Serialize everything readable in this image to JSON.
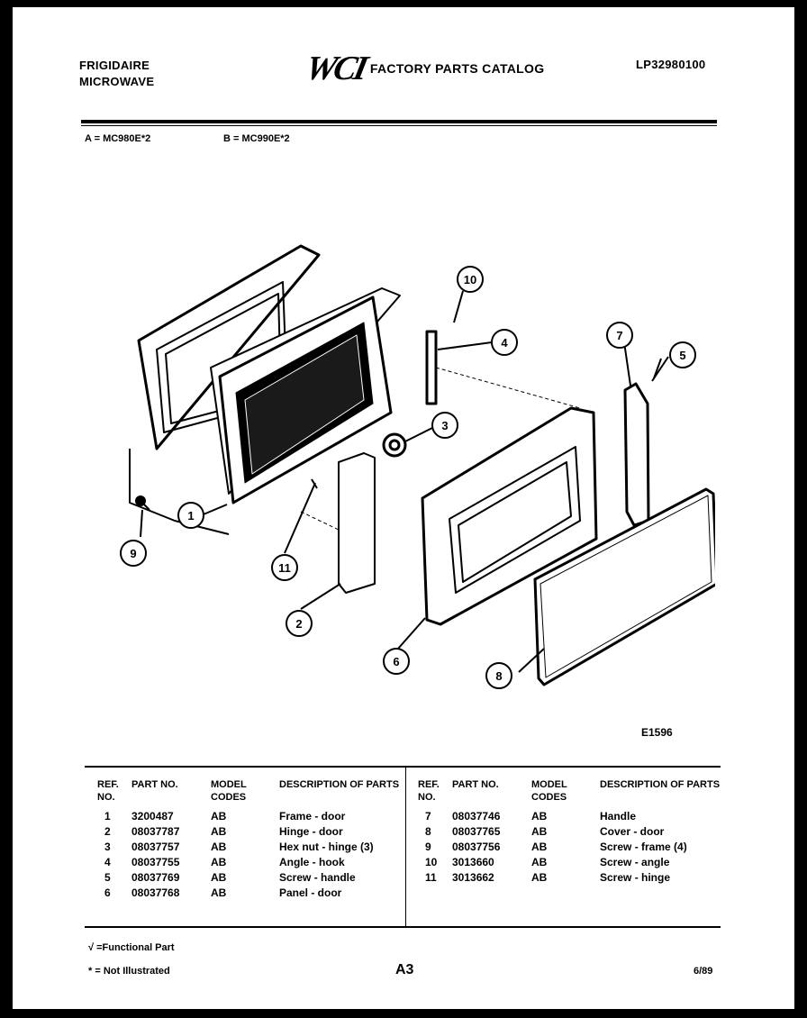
{
  "header": {
    "brand_line1": "FRIGIDAIRE",
    "brand_line2": "MICROWAVE",
    "logo": "WCI",
    "catalog_title": "FACTORY PARTS CATALOG",
    "catalog_number": "LP32980100"
  },
  "models": {
    "a": "A = MC980E*2",
    "b": "B = MC990E*2"
  },
  "diagram": {
    "code": "E1596",
    "callouts": [
      "1",
      "2",
      "3",
      "4",
      "5",
      "6",
      "7",
      "8",
      "9",
      "10",
      "11"
    ]
  },
  "table": {
    "headers": {
      "ref": "REF. NO.",
      "part": "PART NO.",
      "codes": "MODEL CODES",
      "desc": "DESCRIPTION OF PARTS"
    },
    "left_rows": [
      {
        "ref": "1",
        "part": "3200487",
        "codes": "AB",
        "desc": "Frame - door"
      },
      {
        "ref": "2",
        "part": "08037787",
        "codes": "AB",
        "desc": "Hinge - door"
      },
      {
        "ref": "3",
        "part": "08037757",
        "codes": "AB",
        "desc": "Hex nut - hinge (3)"
      },
      {
        "ref": "4",
        "part": "08037755",
        "codes": "AB",
        "desc": "Angle - hook"
      },
      {
        "ref": "5",
        "part": "08037769",
        "codes": "AB",
        "desc": "Screw - handle"
      },
      {
        "ref": "6",
        "part": "08037768",
        "codes": "AB",
        "desc": "Panel - door"
      }
    ],
    "right_rows": [
      {
        "ref": "7",
        "part": "08037746",
        "codes": "AB",
        "desc": "Handle"
      },
      {
        "ref": "8",
        "part": "08037765",
        "codes": "AB",
        "desc": "Cover - door"
      },
      {
        "ref": "9",
        "part": "08037756",
        "codes": "AB",
        "desc": "Screw - frame (4)"
      },
      {
        "ref": "10",
        "part": "3013660",
        "codes": "AB",
        "desc": "Screw - angle"
      },
      {
        "ref": "11",
        "part": "3013662",
        "codes": "AB",
        "desc": "Screw - hinge"
      }
    ]
  },
  "footer": {
    "functional": "√ =Functional Part",
    "not_illustrated": "* = Not Illustrated",
    "page": "A3",
    "date": "6/89"
  }
}
